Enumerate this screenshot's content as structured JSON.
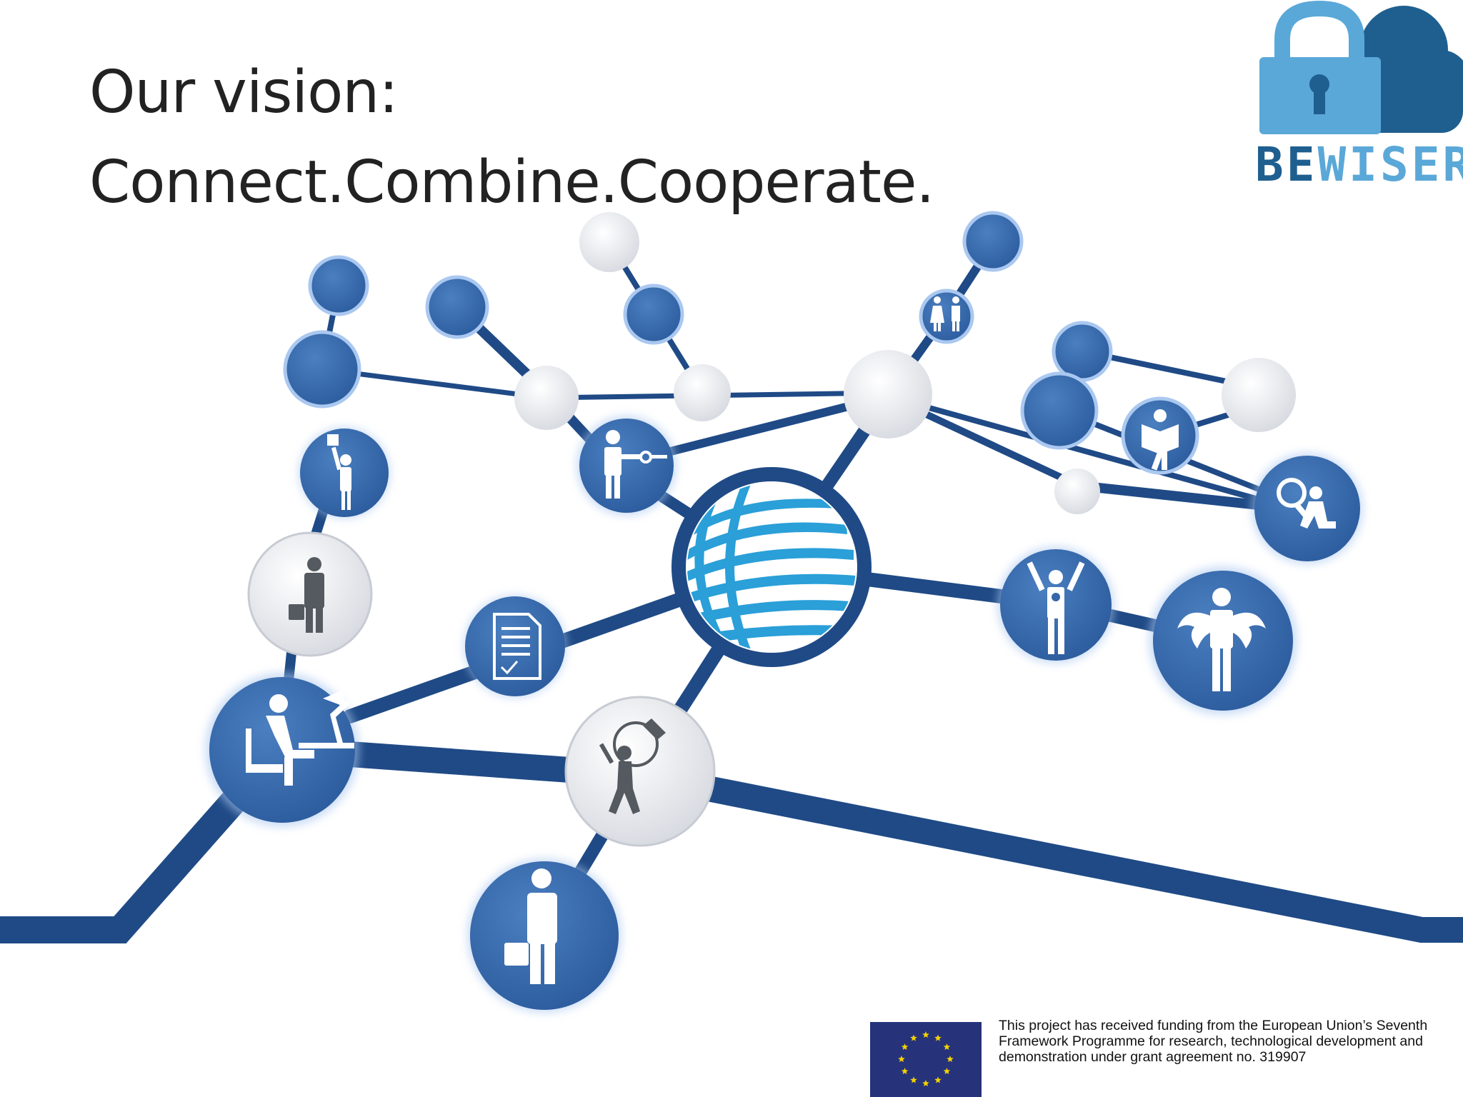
{
  "title": {
    "line1": "Our vision:",
    "line2": "Connect.Combine.Cooperate."
  },
  "logo": {
    "part1": "BE",
    "part2": "WISER",
    "icons": [
      "padlock-icon",
      "cloud-icon"
    ]
  },
  "funding_notice": "This project has received funding from the European Union’s Seventh Framework Programme for research, technological development and demonstration under grant agreement no. 319907",
  "colors": {
    "node_blue": "#3566a8",
    "line_blue": "#1f4a86",
    "node_grey": "#e9eaee",
    "globe_blue": "#2a9fd8",
    "logo_light": "#5aa8d8",
    "logo_dark": "#1f5f8f",
    "eu_blue": "#26337a",
    "eu_star": "#f5d300"
  },
  "network_icons": [
    "hand-holding-puzzle-icon",
    "businessman-grey-icon",
    "man-with-key-icon",
    "document-checkmark-icon",
    "person-at-desk-icon",
    "globe-icon",
    "climber-lightbulb-icon",
    "businessman-briefcase-icon",
    "couple-icon",
    "reader-icon",
    "person-magnifier-icon",
    "person-medal-icon",
    "angel-icon"
  ]
}
